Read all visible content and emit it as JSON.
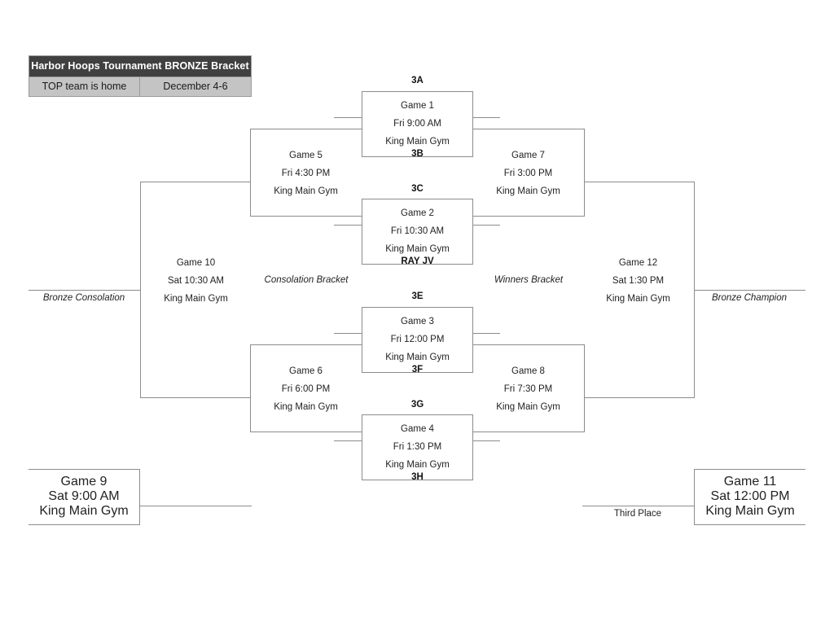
{
  "header": {
    "title": "Harbor Hoops Tournament BRONZE Bracket",
    "note": "TOP team is home",
    "dates": "December 4-6"
  },
  "captions": {
    "consolation_bracket": "Consolation Bracket",
    "winners_bracket": "Winners Bracket",
    "bronze_consolation": "Bronze Consolation",
    "bronze_champion": "Bronze Champion",
    "third_place": "Third Place"
  },
  "seeds": {
    "g1_top": "3A",
    "g1_bottom": "3B",
    "g2_top": "3C",
    "g2_bottom": "RAY JV",
    "g3_top": "3E",
    "g3_bottom": "3F",
    "g4_top": "3G",
    "g4_bottom": "3H"
  },
  "games": {
    "game1": {
      "name": "Game 1",
      "time": "Fri 9:00 AM",
      "venue": "King Main Gym"
    },
    "game2": {
      "name": "Game 2",
      "time": "Fri 10:30 AM",
      "venue": "King Main Gym"
    },
    "game3": {
      "name": "Game 3",
      "time": "Fri 12:00 PM",
      "venue": "King Main Gym"
    },
    "game4": {
      "name": "Game 4",
      "time": "Fri 1:30 PM",
      "venue": "King Main Gym"
    },
    "game5": {
      "name": "Game 5",
      "time": "Fri 4:30 PM",
      "venue": "King Main Gym"
    },
    "game6": {
      "name": "Game 6",
      "time": "Fri 6:00 PM",
      "venue": "King Main Gym"
    },
    "game7": {
      "name": "Game 7",
      "time": "Fri 3:00 PM",
      "venue": "King Main Gym"
    },
    "game8": {
      "name": "Game 8",
      "time": "Fri 7:30 PM",
      "venue": "King Main Gym"
    },
    "game9": {
      "name": "Game 9",
      "time": "Sat 9:00 AM",
      "venue": "King Main Gym"
    },
    "game10": {
      "name": "Game 10",
      "time": "Sat 10:30 AM",
      "venue": "King Main Gym"
    },
    "game11": {
      "name": "Game 11",
      "time": "Sat 12:00 PM",
      "venue": "King Main Gym"
    },
    "game12": {
      "name": "Game 12",
      "time": "Sat 1:30 PM",
      "venue": "King Main Gym"
    }
  },
  "colors": {
    "title_bar_bg": "#404040",
    "subtitle_bg": "#c4c4c4",
    "line": "#8c8c8c",
    "text": "#1f1f1f"
  }
}
